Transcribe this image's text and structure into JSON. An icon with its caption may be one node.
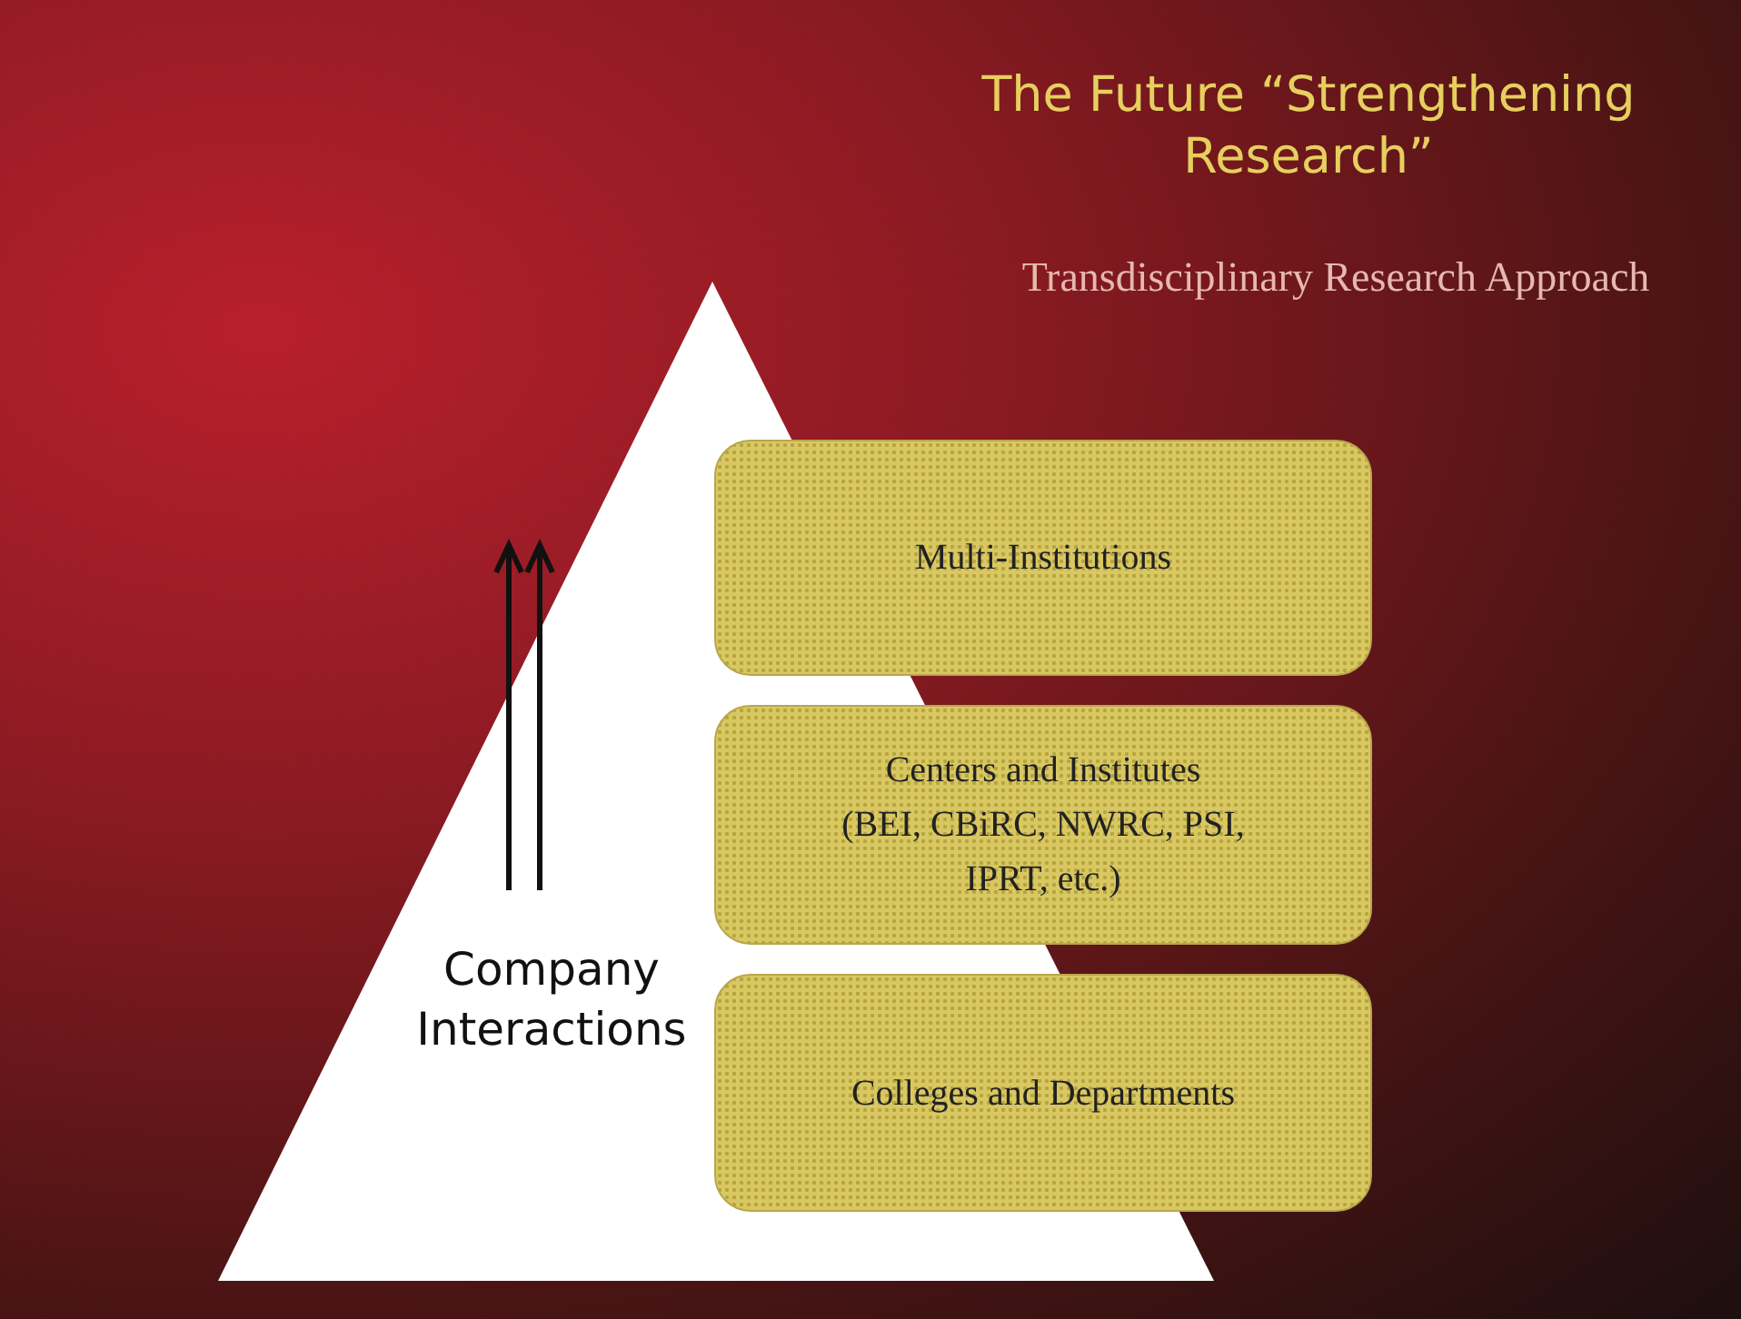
{
  "diagram": {
    "title": "The Future “Strengthening Research”",
    "nodes": [
      {
        "text": [
          "Company Interactions"
        ]
      },
      {
        "text": [
          "Multi-Institutions"
        ]
      },
      {
        "text": [
          "Centers and Institutes",
          "(BEI, CBiRC, NWRC, PSI, IPRT, etc.)"
        ]
      },
      {
        "text": [
          "Colleges and Departments"
        ]
      }
    ],
    "labels": [
      "Transdisciplinary Research Approach"
    ]
  }
}
